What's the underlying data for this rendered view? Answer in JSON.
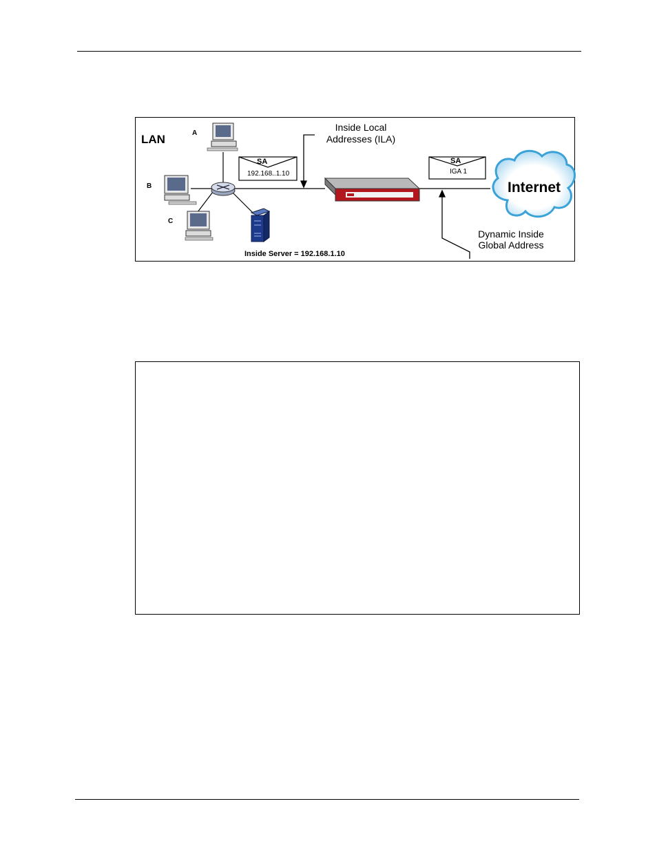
{
  "figure": {
    "lan_label": "LAN",
    "computers": [
      {
        "label": "A"
      },
      {
        "label": "B"
      },
      {
        "label": "C"
      }
    ],
    "ila_label": "Inside Local Addresses (ILA)",
    "packet_lan": {
      "title": "SA",
      "address": "192.168..1.10"
    },
    "packet_wan": {
      "title": "SA",
      "address": "IGA 1"
    },
    "internet_label": "Internet",
    "server_label": "Inside Server = 192.168.1.10",
    "iga_label": "Dynamic Inside Global Address",
    "colors": {
      "cloud": "#3ba2d8",
      "device_accent": "#b3171e",
      "server": "#1e3a8a",
      "monitor_screen": "#5a6a8a"
    }
  }
}
